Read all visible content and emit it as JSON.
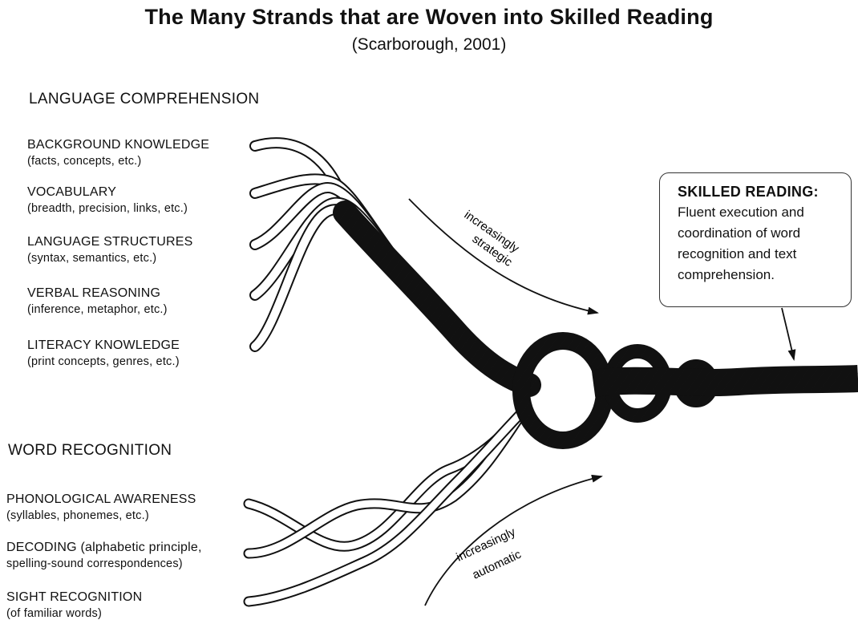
{
  "title": "The Many Strands that are Woven into Skilled Reading",
  "subtitle": "(Scarborough, 2001)",
  "language_comprehension": {
    "heading": "LANGUAGE COMPREHENSION",
    "strands": [
      {
        "name": "BACKGROUND KNOWLEDGE",
        "detail": "(facts, concepts, etc.)"
      },
      {
        "name": "VOCABULARY",
        "detail": "(breadth, precision, links, etc.)"
      },
      {
        "name": "LANGUAGE STRUCTURES",
        "detail": "(syntax, semantics, etc.)"
      },
      {
        "name": "VERBAL REASONING",
        "detail": "(inference, metaphor, etc.)"
      },
      {
        "name": "LITERACY KNOWLEDGE",
        "detail": "(print concepts, genres, etc.)"
      }
    ],
    "arrow_label_line1": "increasingly",
    "arrow_label_line2": "strategic"
  },
  "word_recognition": {
    "heading": "WORD RECOGNITION",
    "strands": [
      {
        "name": "PHONOLOGICAL AWARENESS",
        "detail": "(syllables, phonemes, etc.)"
      },
      {
        "name": "DECODING (alphabetic principle,",
        "detail": "spelling-sound correspondences)"
      },
      {
        "name": "SIGHT RECOGNITION",
        "detail": "(of familiar words)"
      }
    ],
    "arrow_label_line1": "increasingly",
    "arrow_label_line2": "automatic"
  },
  "skilled_reading": {
    "heading": "SKILLED READING:",
    "lines": [
      "Fluent execution and",
      "coordination of word",
      "recognition and text",
      "comprehension."
    ]
  },
  "colors": {
    "ink": "#111111",
    "rope_fill": "#ffffff",
    "background": "#ffffff"
  }
}
